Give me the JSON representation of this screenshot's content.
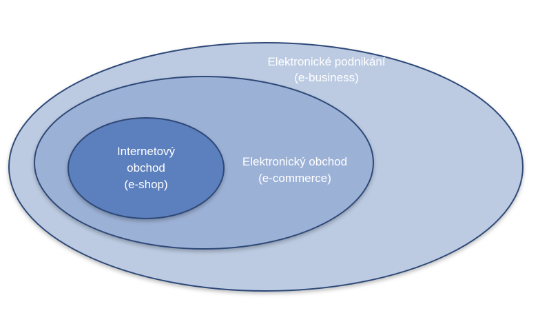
{
  "diagram": {
    "outer": {
      "line1": "Elektronické podnikání",
      "line2": "(e-business)",
      "fill": "#bccbe2",
      "stroke": "#2e4a78"
    },
    "middle": {
      "line1": "Elektronický obchod",
      "line2": "(e-commerce)",
      "fill": "#9cb1d6",
      "stroke": "#2e4a78"
    },
    "inner": {
      "line1": "Internetový",
      "line2": "obchod",
      "line3": "(e-shop)",
      "fill": "#5b7fbe",
      "stroke": "#2e4a78"
    }
  }
}
